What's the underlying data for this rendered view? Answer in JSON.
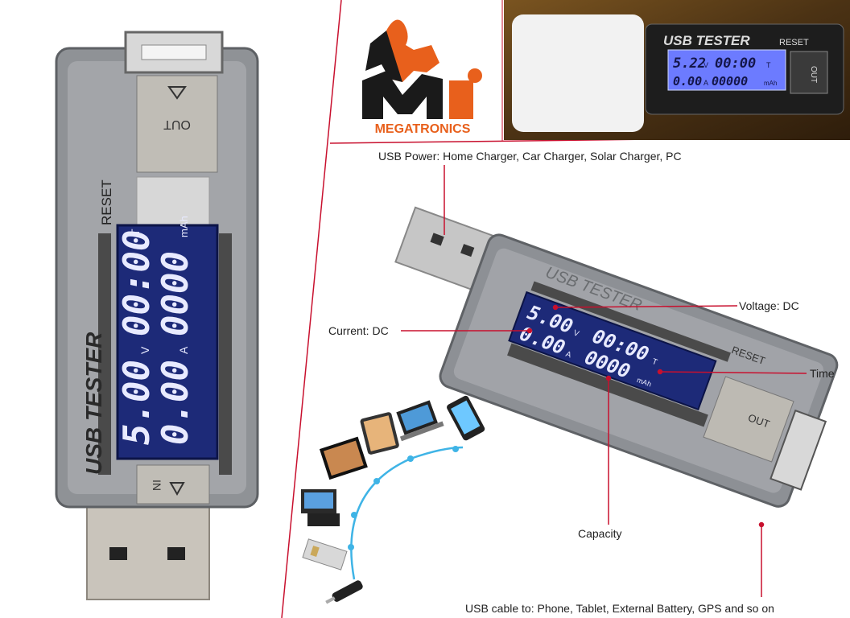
{
  "brand": {
    "name": "MEGATRONICS",
    "mark": "Mi",
    "orange": "#e8601c",
    "dark": "#1a1a1a"
  },
  "device": {
    "title": "USB TESTER",
    "reset": "RESET",
    "port_out": "OUT",
    "port_in": "IN",
    "units": {
      "volt": "V",
      "amp": "A",
      "time": "T",
      "cap": "mAh"
    }
  },
  "left_device": {
    "voltage": "5.00",
    "current": "0.00",
    "time": "00:00",
    "capacity": "0000"
  },
  "photo_device": {
    "voltage": "5.22",
    "current": "0.00",
    "time": "00:00",
    "capacity": "00000"
  },
  "diagram_device": {
    "voltage": "5.00",
    "current": "0.00",
    "time": "00:00",
    "capacity": "0000"
  },
  "callouts": {
    "usb_power": "USB Power: Home Charger, Car Charger, Solar Charger, PC",
    "voltage": "Voltage: DC",
    "current": "Current: DC",
    "time": "Time",
    "capacity": "Capacity",
    "usb_cable": "USB cable to: Phone, Tablet, External Battery, GPS and so on"
  },
  "colors": {
    "accent_red": "#c8102e",
    "lcd_bg": "#1d2a78",
    "casing": "#8c8f94",
    "arc": "#3fb4e6"
  }
}
